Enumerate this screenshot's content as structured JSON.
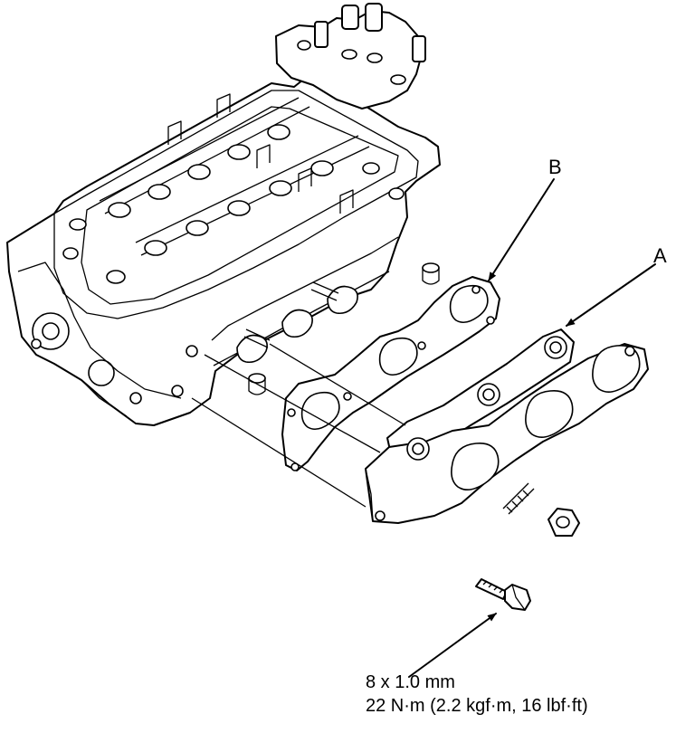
{
  "callouts": {
    "label_b": "B",
    "label_a": "A"
  },
  "fastener": {
    "size": "8 x 1.0 mm",
    "torque": "22 N·m (2.2 kgf·m, 16 lbf·ft)"
  }
}
